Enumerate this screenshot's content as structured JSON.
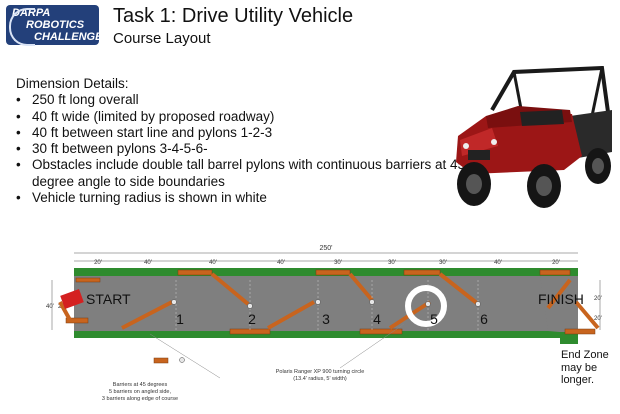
{
  "logo": {
    "line1": "DARPA",
    "line2": "ROBOTICS",
    "line3": "CHALLENGE"
  },
  "title": "Task 1: Drive Utility Vehicle",
  "subtitle": "Course Layout",
  "details": {
    "heading": "Dimension Details:",
    "items": [
      "250 ft long overall",
      "40 ft wide (limited by proposed roadway)",
      "40 ft between start line and pylons 1-2-3",
      "30 ft between pylons 3-4-5-6-",
      "Obstacles include double tall barrel pylons with continuous barriers at 45 degree angle to side boundaries",
      "Vehicle turning radius is shown in white"
    ]
  },
  "course": {
    "start_label": "START",
    "finish_label": "FINISH",
    "pylons": [
      "1",
      "2",
      "3",
      "4",
      "5",
      "6"
    ],
    "top_dimensions": [
      "20'",
      "40'",
      "40'",
      "40'",
      "30'",
      "30'",
      "30'",
      "40'",
      "20'"
    ],
    "overall_dimension": "250'",
    "left_dimensions": [
      "40'",
      "20'"
    ],
    "right_dimensions": [
      "20'",
      "20'"
    ],
    "end_zone": [
      "End Zone",
      "may be",
      "longer."
    ],
    "barrier_caption": [
      "Barriers at 45 degrees",
      "5 barriers on angled side,",
      "3 barriers along edge of course"
    ],
    "turning_caption": [
      "Polaris Ranger XP 900 turning circle",
      "(13.4' radius, 5' width)"
    ]
  },
  "colors": {
    "grass": "#2e8b2e",
    "road": "#7f7f7f",
    "barrier": "#c8641e",
    "logo_bg": "#23407a",
    "start_car": "#d42020"
  }
}
